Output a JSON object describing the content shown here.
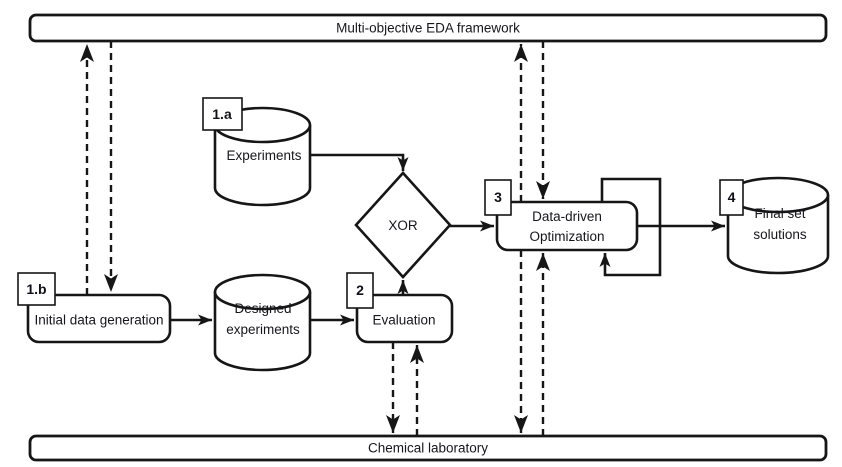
{
  "figure": {
    "top_bar": "Multi-objective EDA framework",
    "bottom_bar": "Chemical laboratory"
  },
  "nodes": {
    "experiments": {
      "tag": "1.a",
      "label": "Experiments"
    },
    "initial_data_generation": {
      "tag": "1.b",
      "label": "Initial data generation"
    },
    "designed_experiments": {
      "line1": "Designed",
      "line2": "experiments"
    },
    "evaluation": {
      "tag": "2",
      "label": "Evaluation"
    },
    "xor_gate": {
      "label": "XOR"
    },
    "data_driven_optimization": {
      "tag": "3",
      "line1": "Data-driven",
      "line2": "Optimization"
    },
    "final_set_solutions": {
      "tag": "4",
      "line1": "Final set",
      "line2": "solutions"
    }
  },
  "colors": {
    "stroke": "#161616",
    "text": "#16161d",
    "shape_fill": "#ffffff",
    "background": "#ffffff"
  }
}
